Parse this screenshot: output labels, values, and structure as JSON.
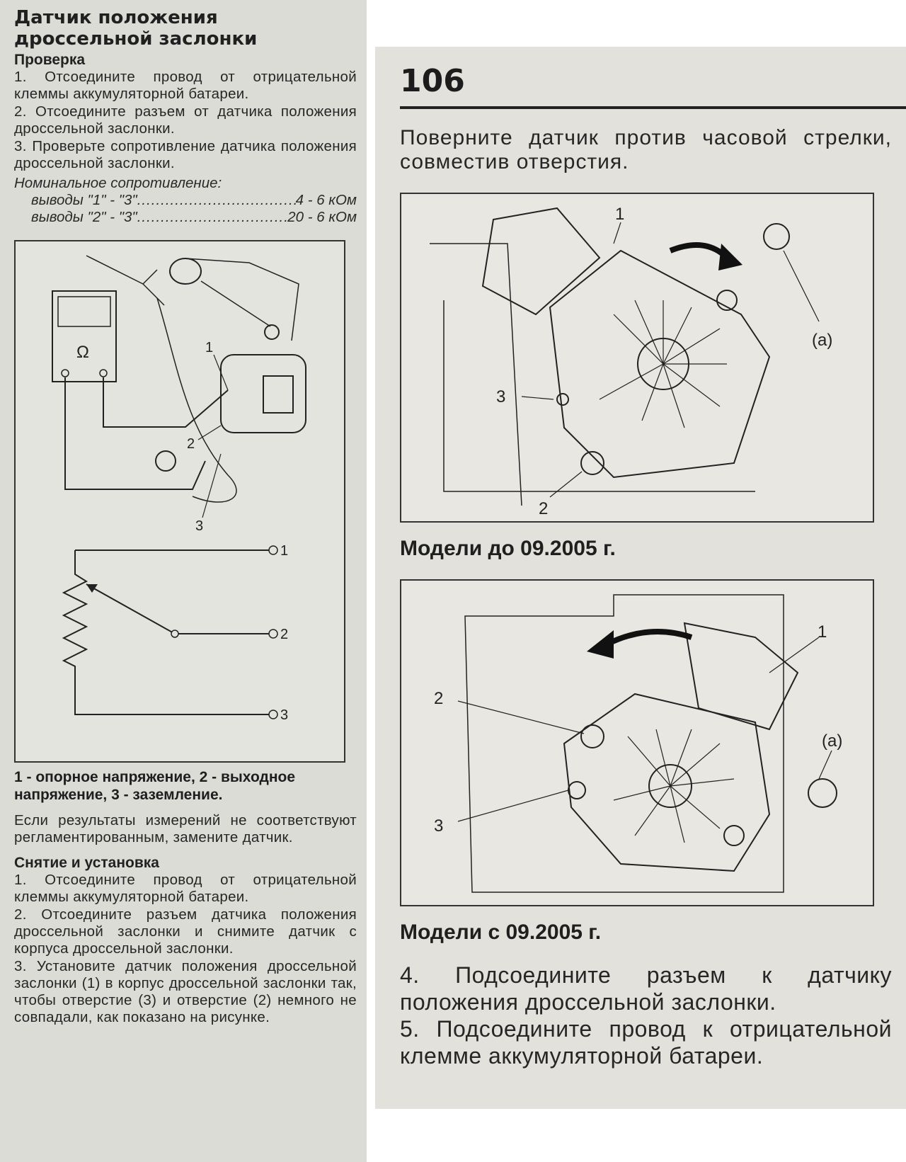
{
  "left": {
    "title_1": "Датчик положения",
    "title_2": "дроссельной заслонки",
    "check_heading": "Проверка",
    "check_steps": [
      "1. Отсоедините провод от отрицательной клеммы аккумуляторной батареи.",
      "2. Отсоедините разъем от датчика положения дроссельной заслонки.",
      "3. Проверьте сопротивление датчика положения дроссельной заслонки."
    ],
    "spec_heading": "Номинальное сопротивление:",
    "spec_rows": [
      {
        "label": "выводы \"1\" - \"3\"",
        "value": "4 - 6 кОм"
      },
      {
        "label": "выводы \"2\" - \"3\"",
        "value": "20 - 6 кОм"
      }
    ],
    "figure": {
      "ohm_symbol": "Ω",
      "callouts": [
        "1",
        "2",
        "3"
      ],
      "terminals": [
        "1",
        "2",
        "3"
      ]
    },
    "caption": "1 - опорное напряжение, 2 - выходное напряжение, 3 - заземление.",
    "result_text": "Если результаты измерений не соответствуют регламентированным, замените датчик.",
    "removal_heading": "Снятие и установка",
    "removal_steps": [
      "1. Отсоедините провод от отрицательной клеммы аккумуляторной батареи.",
      "2. Отсоедините разъем датчика положения дроссельной заслонки и снимите датчик с корпуса дроссельной заслонки.",
      "3. Установите датчик положения дроссельной заслонки (1) в корпус дроссельной заслонки так, чтобы отверстие (3) и отверстие (2) немного не совпадали, как показано на рисунке."
    ]
  },
  "right": {
    "page_number": "106",
    "intro": "Поверните датчик против часовой стрелки, совместив отверстия.",
    "figure_1": {
      "callouts": [
        "1",
        "2",
        "3",
        "(a)"
      ]
    },
    "caption_1": "Модели до 09.2005 г.",
    "figure_2": {
      "callouts": [
        "1",
        "2",
        "3",
        "(a)"
      ]
    },
    "caption_2": "Модели с 09.2005 г.",
    "steps": [
      "4. Подсоедините разъем к датчику положения дроссельной заслонки.",
      "5. Подсоедините провод к отрицательной клемме аккумуляторной батареи."
    ]
  }
}
